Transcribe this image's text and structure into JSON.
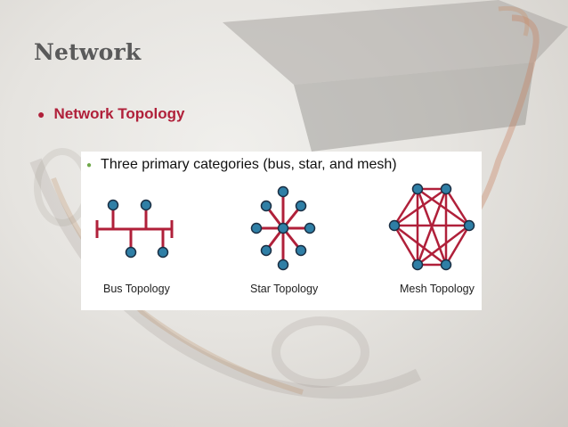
{
  "slide": {
    "title": "Network",
    "bullet": "Network Topology"
  },
  "figure": {
    "heading": "Three primary categories (bus, star, and mesh)",
    "captions": {
      "bus": "Bus Topology",
      "star": "Star Topology",
      "mesh": "Mesh Topology"
    }
  },
  "colors": {
    "title": "#5a5a5a",
    "bullet": "#b0203a",
    "link": "#b0203a",
    "node": "#2f7fa6",
    "node_stroke": "#1b2f44",
    "figure_bullet": "#6fa84a"
  },
  "icons": {
    "background": "graduation-cap-and-scroll-watermark"
  }
}
